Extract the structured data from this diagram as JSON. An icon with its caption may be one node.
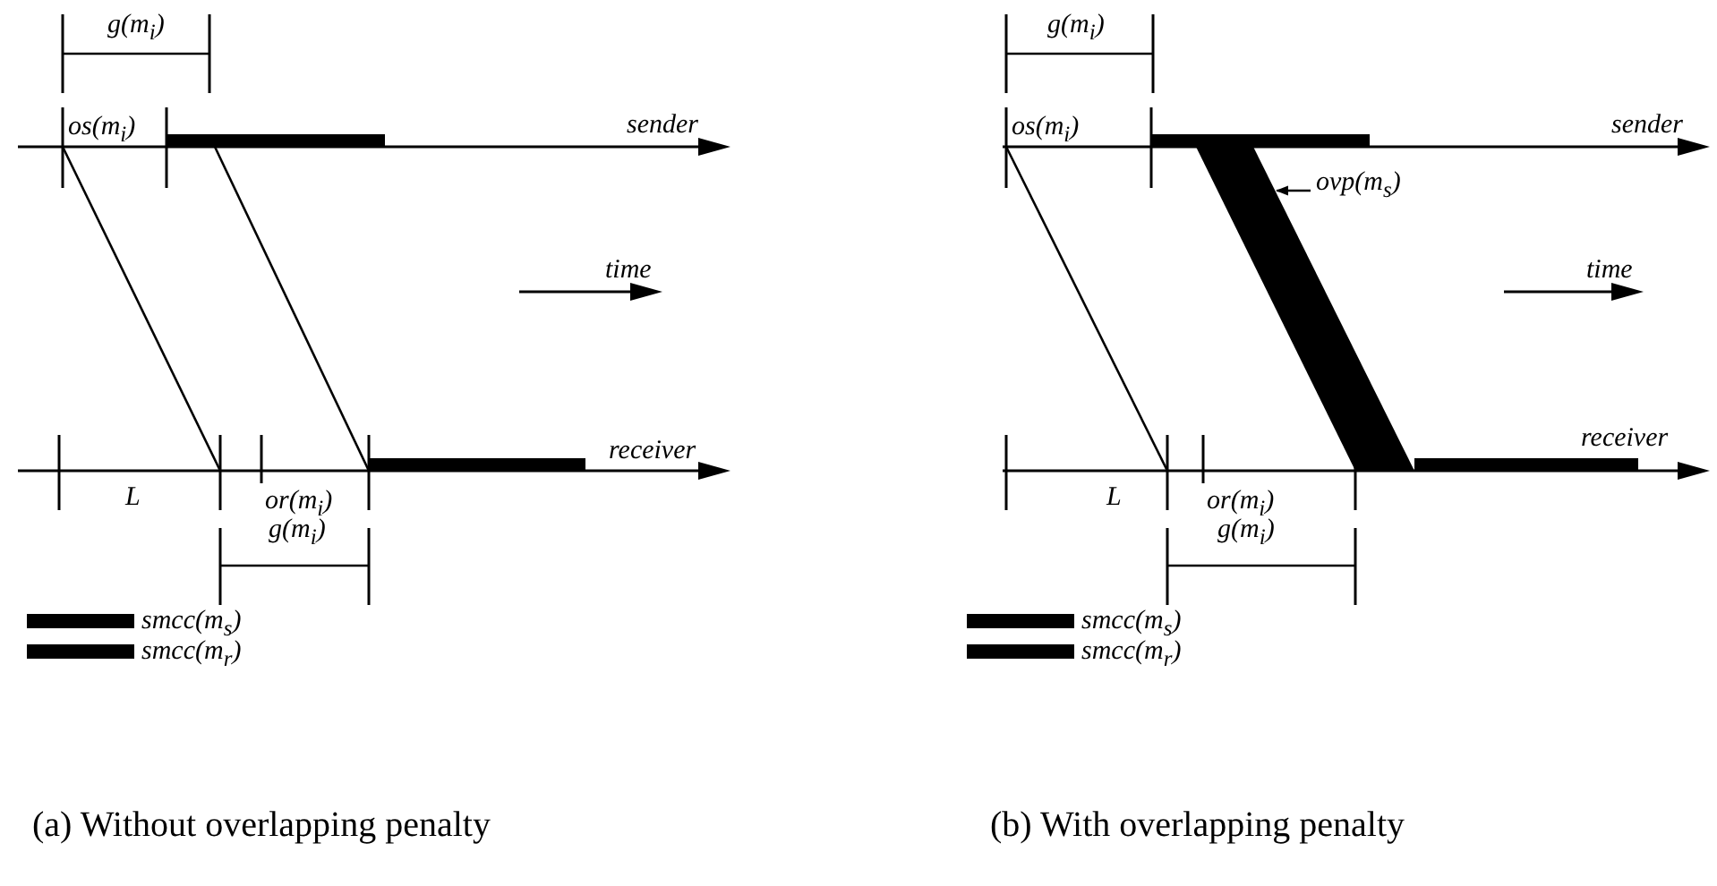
{
  "diagram": {
    "nodes": [
      {
        "text": [
          "ovp(m$_{s}$)"
        ]
      },
      {
        "text": [],
        "shape": "bar"
      }
    ],
    "edges": [
      {
        "from": 0,
        "to": 1,
        "arrow": "to"
      }
    ],
    "labels": [
      "g(m$_{i}$)",
      "os(m$_{i}$)",
      "sender",
      "time",
      "receiver",
      "L",
      "or(m$_{i}$)",
      "g(m$_{i}$)",
      "g(m$_{i}$)",
      "os(m$_{i}$)",
      "sender",
      "time",
      "receiver",
      "L",
      "or(m$_{i}$)",
      "g(m$_{i}$)",
      "(a) Without overlapping penalty",
      "(b) With overlapping penalty"
    ],
    "legend": [
      {
        "text": "smcc(m$_{s}$)",
        "color": "#000000"
      },
      {
        "text": "smcc(m$_{r}$)",
        "color": "#000000"
      },
      {
        "text": "smcc(m$_{s}$)",
        "color": "#000000"
      },
      {
        "text": "smcc(m$_{r}$)",
        "color": "#000000"
      }
    ]
  }
}
